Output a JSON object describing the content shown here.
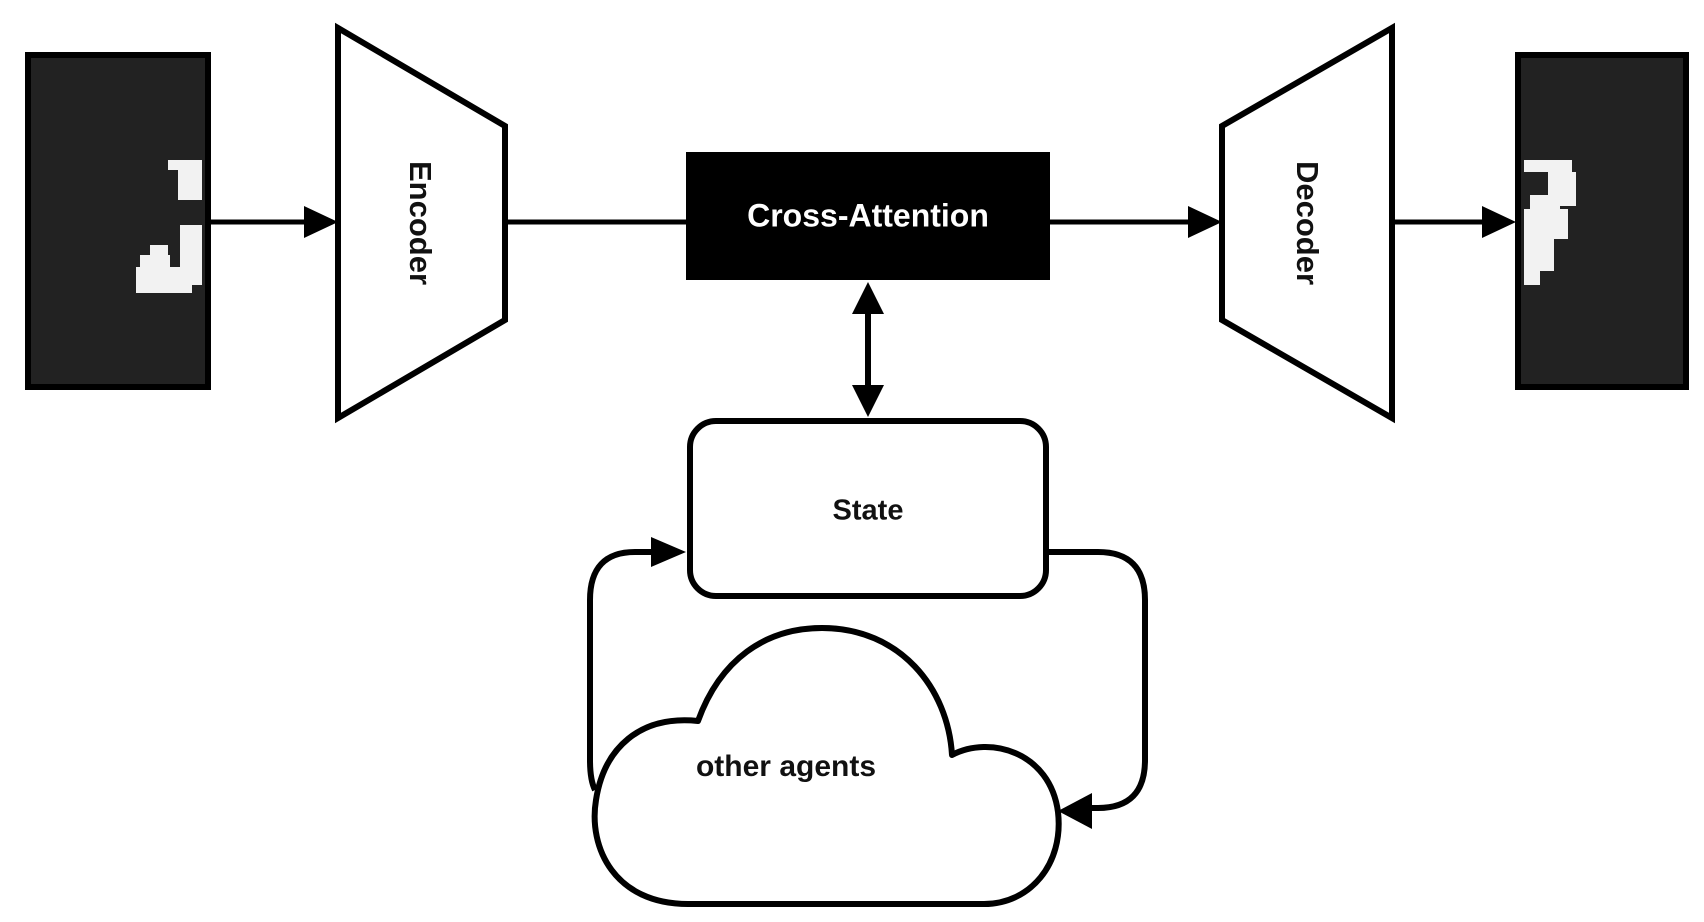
{
  "diagram": {
    "nodes": {
      "encoder": {
        "label": "Encoder"
      },
      "cross_attention": {
        "label": "Cross-Attention"
      },
      "decoder": {
        "label": "Decoder"
      },
      "state": {
        "label": "State"
      },
      "other_agents": {
        "label": "other agents"
      }
    },
    "colors": {
      "stroke": "#000000",
      "cross_attention_fill": "#000000",
      "cross_attention_text": "#ffffff",
      "image_background": "#222222"
    }
  }
}
